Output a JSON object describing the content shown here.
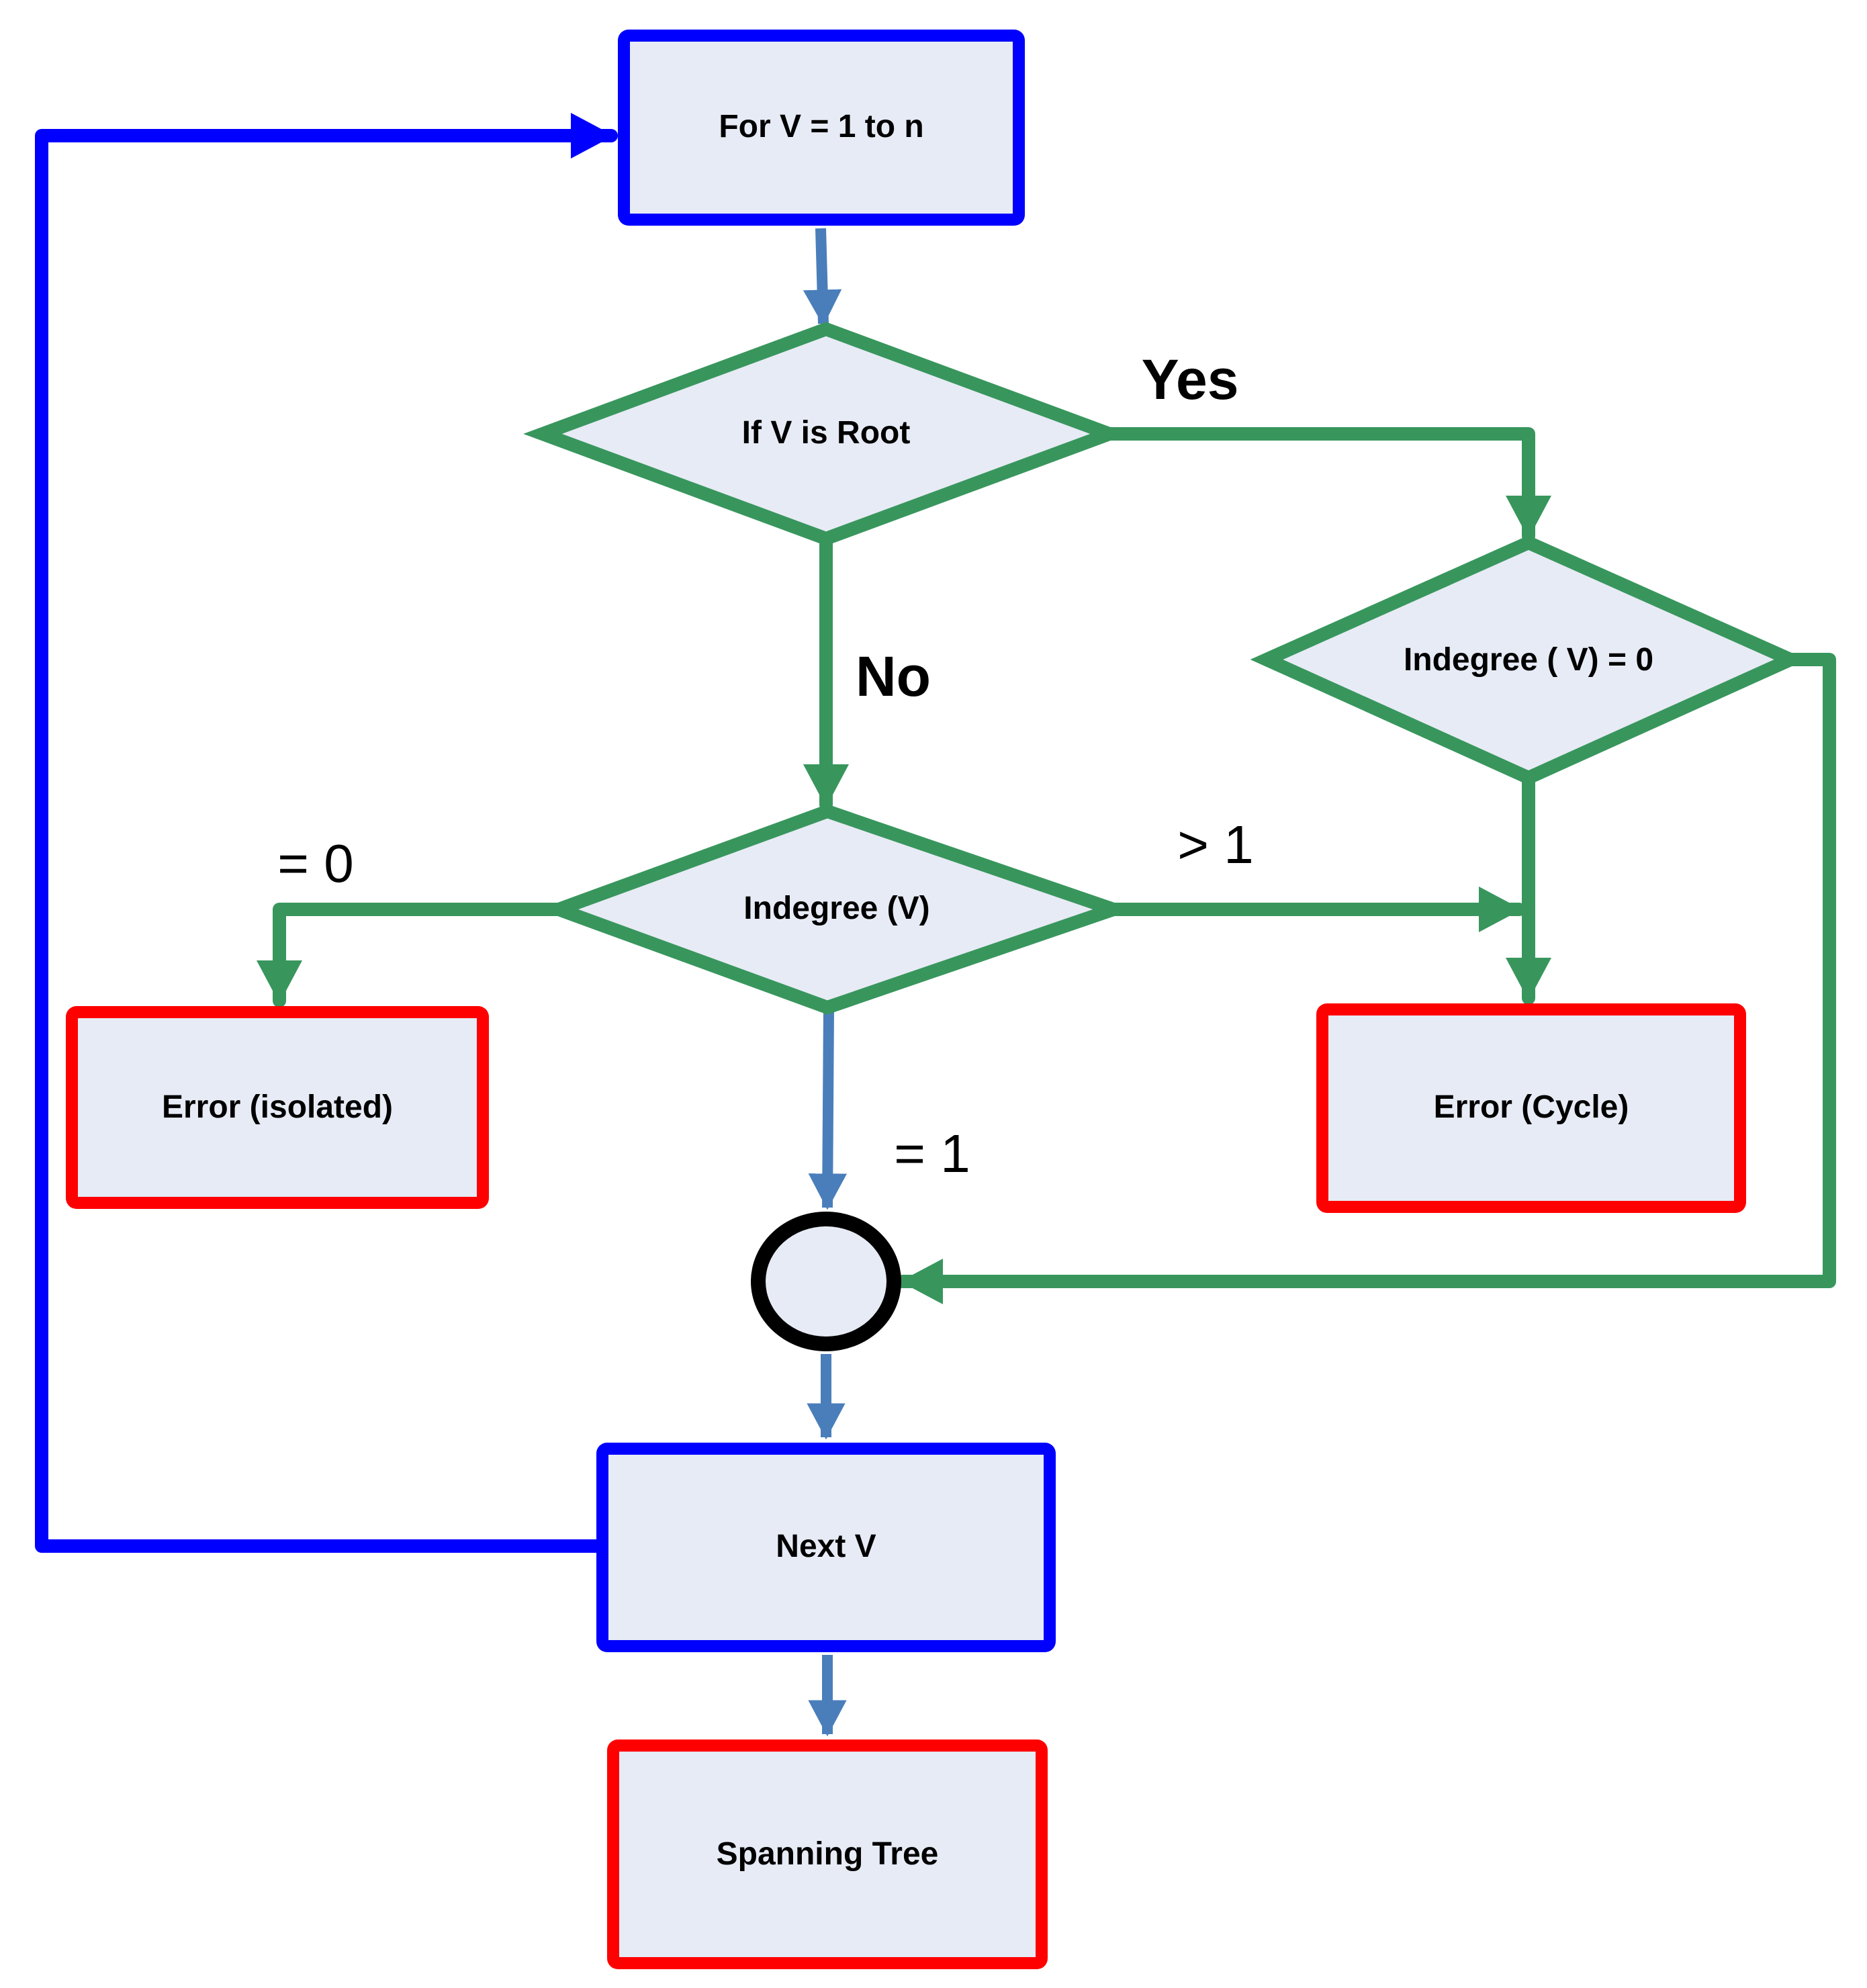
{
  "colors": {
    "blue": "#0000FF",
    "steel": "#4A7EBB",
    "green": "#38965D",
    "red": "#FF0000",
    "fill": "#E7EBF5",
    "black": "#000000"
  },
  "nodes": {
    "for_loop": {
      "label": "For V = 1 to n",
      "shape": "rectangle"
    },
    "if_root": {
      "label": "If V is Root",
      "shape": "diamond"
    },
    "indegree_root_check": {
      "label": "Indegree ( V) = 0",
      "shape": "diamond"
    },
    "indegree_check": {
      "label": "Indegree (V)",
      "shape": "diamond"
    },
    "error_isolated": {
      "label": "Error (isolated)",
      "shape": "rectangle"
    },
    "error_cycle": {
      "label": "Error (Cycle)",
      "shape": "rectangle"
    },
    "loop_connector": {
      "label": "",
      "shape": "circle"
    },
    "next_v": {
      "label": "Next V",
      "shape": "rectangle"
    },
    "spanning_tree": {
      "label": "Spanning Tree",
      "shape": "rectangle"
    }
  },
  "edge_labels": {
    "yes": "Yes",
    "no": "No",
    "equals_zero": "= 0",
    "greater_than_one": "> 1",
    "equals_one": "= 1"
  }
}
